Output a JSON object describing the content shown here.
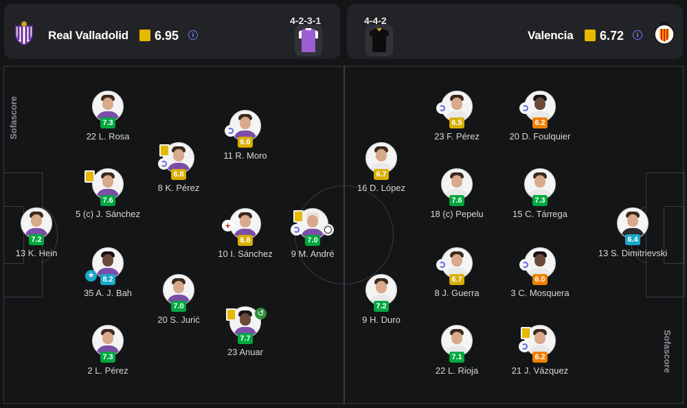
{
  "home": {
    "name": "Real Valladolid",
    "rating": "6.95",
    "formation": "4-2-3-1",
    "jersey_color": "#9c5ed1"
  },
  "away": {
    "name": "Valencia",
    "rating": "6.72",
    "formation": "4-4-2",
    "jersey_color": "#111111"
  },
  "watermark": "Sofascore",
  "home_players": [
    {
      "label": "22 L. Rosa",
      "rating": "7.3",
      "color": "green"
    },
    {
      "label": "5 (c) J. Sánchez",
      "rating": "7.6",
      "color": "green"
    },
    {
      "label": "35 A. J. Bah",
      "rating": "8.2",
      "color": "blue"
    },
    {
      "label": "2 L. Pérez",
      "rating": "7.3",
      "color": "green"
    },
    {
      "label": "13 K. Hein",
      "rating": "7.2",
      "color": "green"
    },
    {
      "label": "8 K. Pérez",
      "rating": "6.8",
      "color": "yellow"
    },
    {
      "label": "20 S. Jurić",
      "rating": "7.0",
      "color": "green"
    },
    {
      "label": "11 R. Moro",
      "rating": "6.6",
      "color": "yellow"
    },
    {
      "label": "10 I. Sánchez",
      "rating": "6.8",
      "color": "yellow"
    },
    {
      "label": "23 Anuar",
      "rating": "7.7",
      "color": "green"
    },
    {
      "label": "9 M. André",
      "rating": "7.0",
      "color": "green"
    }
  ],
  "away_players": [
    {
      "label": "16 D. López",
      "rating": "6.7",
      "color": "yellow"
    },
    {
      "label": "9 H. Duro",
      "rating": "7.2",
      "color": "green"
    },
    {
      "label": "23 F. Pérez",
      "rating": "6.5",
      "color": "yellow"
    },
    {
      "label": "18 (c) Pepelu",
      "rating": "7.6",
      "color": "green"
    },
    {
      "label": "8 J. Guerra",
      "rating": "6.7",
      "color": "yellow"
    },
    {
      "label": "22 L. Rioja",
      "rating": "7.1",
      "color": "green"
    },
    {
      "label": "20 D. Foulquier",
      "rating": "6.2",
      "color": "orange"
    },
    {
      "label": "15 C. Tárrega",
      "rating": "7.3",
      "color": "green"
    },
    {
      "label": "3 C. Mosquera",
      "rating": "6.0",
      "color": "orange"
    },
    {
      "label": "21 J. Vázquez",
      "rating": "6.2",
      "color": "orange"
    },
    {
      "label": "13 S. Dimitrievski",
      "rating": "6.4",
      "color": "blue"
    }
  ]
}
